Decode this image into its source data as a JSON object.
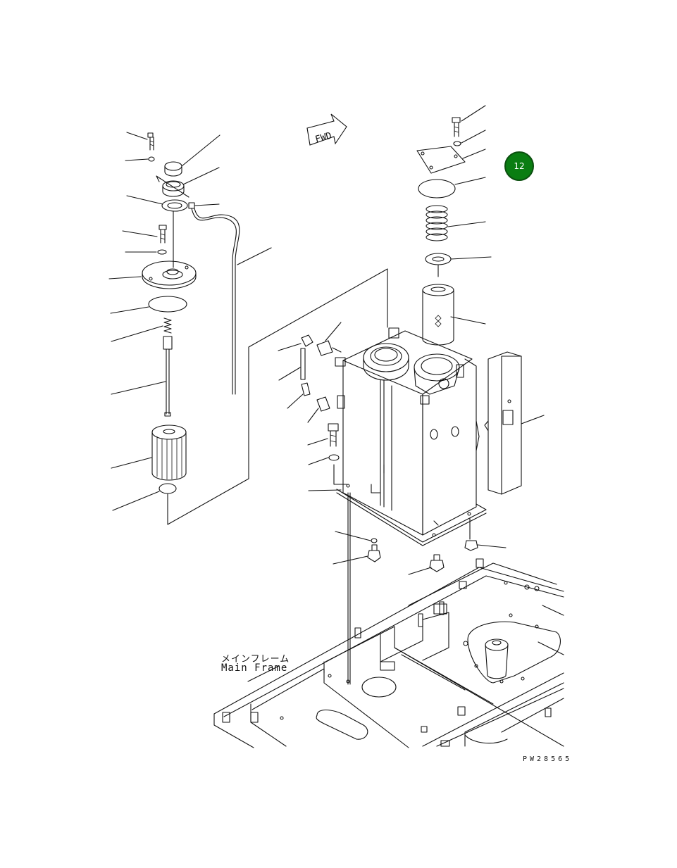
{
  "diagram": {
    "direction_marker": "FWD",
    "frame_label_jp": "メインフレーム",
    "frame_label_en": "Main Frame",
    "drawing_number": "PW28565",
    "reference_badge": "12",
    "badge_color": "#0a7d12"
  }
}
